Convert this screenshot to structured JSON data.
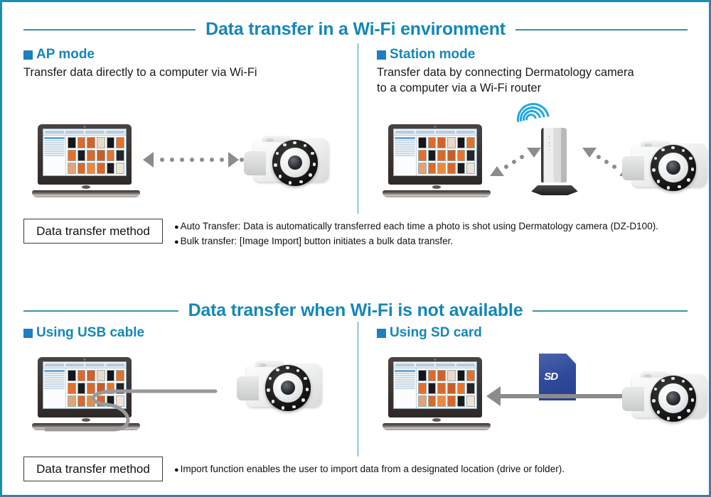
{
  "sections": [
    {
      "title": "Data transfer in a Wi-Fi environment",
      "panels": [
        {
          "heading": "AP mode",
          "description": "Transfer data directly to a computer via Wi-Fi",
          "bullet_icon": "square-bullet"
        },
        {
          "heading": "Station mode",
          "description": "Transfer data by connecting Dermatology camera\nto a computer via a Wi-Fi router",
          "bullet_icon": "square-bullet"
        }
      ],
      "method": {
        "label": "Data transfer method",
        "items": [
          "Auto Transfer: Data is automatically transferred each time a photo is shot using Dermatology camera (DZ-D100).",
          "Bulk transfer: [Image Import] button initiates a bulk data transfer."
        ]
      }
    },
    {
      "title": "Data transfer when Wi-Fi is not available",
      "panels": [
        {
          "heading": "Using USB cable",
          "description": "",
          "bullet_icon": "square-bullet"
        },
        {
          "heading": "Using SD card",
          "description": "",
          "bullet_icon": "square-bullet"
        }
      ],
      "method": {
        "label": "Data transfer method",
        "items": [
          "Import function enables the user to import data from a designated location (drive or folder)."
        ]
      }
    }
  ],
  "illustrations": {
    "laptop_name": "laptop-computer",
    "camera_name": "dermatology-camera",
    "router_name": "wifi-router",
    "sd_card_label": "SD",
    "usb_cable_name": "usb-cable"
  },
  "colors": {
    "heading_teal": "#1487B8",
    "rule_teal": "#3C8FA6",
    "square_blue": "#1C7FC4",
    "border_teal": "#1B8CB5",
    "arrow_gray": "#8C8C8C",
    "sd_blue": "#2F4A9C",
    "led_green": "#7ED321"
  }
}
